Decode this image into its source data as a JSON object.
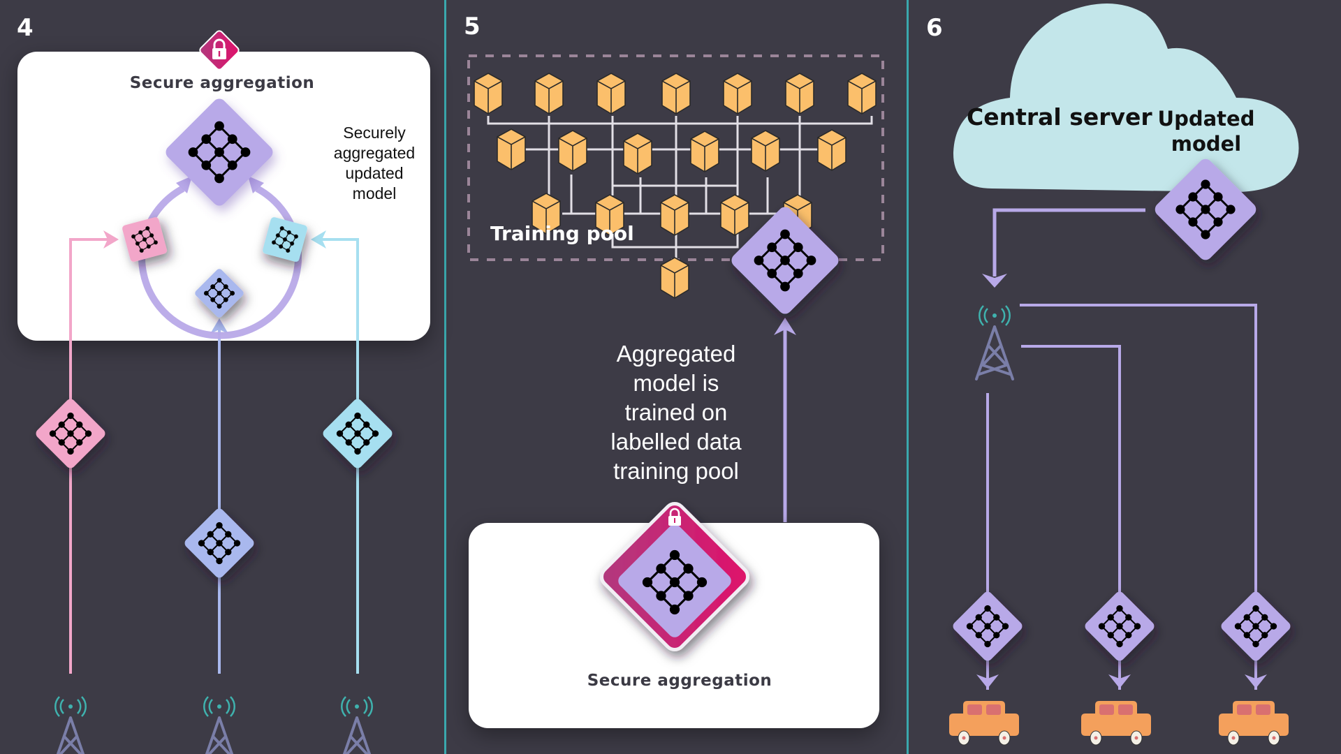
{
  "colors": {
    "background": "#3d3b46",
    "divider": "#3aa8ad",
    "model_purple": "#b8a9e8",
    "model_pink": "#f2a6c9",
    "model_blue": "#a9b8ee",
    "model_cyan": "#a6dff0",
    "lock_magenta": "#d11e6f",
    "cube_orange": "#fbbf6b",
    "cloud": "#c3e6ea",
    "car_orange": "#f4a05c",
    "car_window": "#d97070",
    "tower": "#7a7ea8",
    "signal": "#3fb2ae",
    "dashed_border": "#9b8599"
  },
  "panels": [
    {
      "step": "4",
      "card_title": "Secure aggregation",
      "note": "Securely\naggregated\nupdated\nmodel",
      "icons": [
        "lock-icon",
        "neural-network-icon",
        "cell-tower-icon"
      ]
    },
    {
      "step": "5",
      "pool_label": "Training pool",
      "note": "Aggregated\nmodel is\ntrained on\nlabelled data\ntraining pool",
      "card_title": "Secure aggregation",
      "icons": [
        "data-cube-icon",
        "neural-network-icon",
        "lock-icon"
      ]
    },
    {
      "step": "6",
      "cloud_label": "Central server",
      "model_label": "Updated\nmodel",
      "icons": [
        "cloud-icon",
        "neural-network-icon",
        "cell-tower-icon",
        "car-icon"
      ]
    }
  ]
}
